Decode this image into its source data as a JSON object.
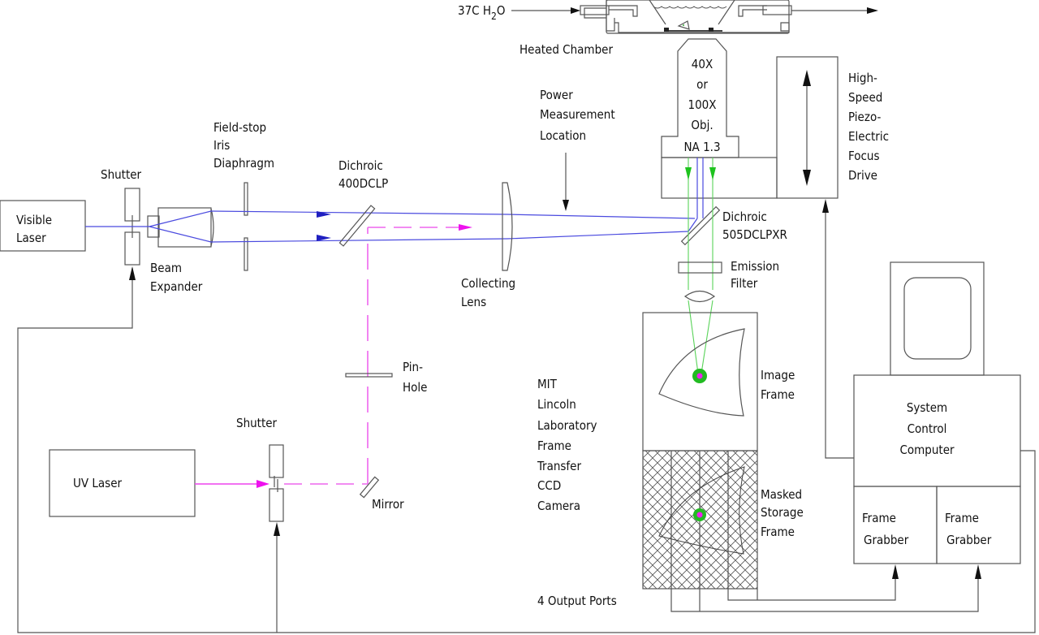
{
  "diagram": {
    "title": "Two-laser imaging and frame-transfer CCD setup",
    "colors": {
      "visible_beam": "#4a4adf",
      "uv_beam": "#ee44ee",
      "emission_beam": "#5ad35a",
      "outline": "#555555"
    },
    "labels": {
      "water_inlet": "37C H",
      "water_sub": "2",
      "water_suffix": "O",
      "heated_chamber": "Heated Chamber",
      "objective": [
        "40X",
        "or",
        "100X",
        "Obj.",
        "NA 1.3"
      ],
      "focus_drive": [
        "High-",
        "Speed",
        "Piezo-",
        "Electric",
        "Focus",
        "Drive"
      ],
      "power_measurement": [
        "Power",
        "Measurement",
        "Location"
      ],
      "field_stop": [
        "Field-stop",
        "Iris",
        "Diaphragm"
      ],
      "dichroic_400": [
        "Dichroic",
        "400DCLP"
      ],
      "dichroic_505": [
        "Dichroic",
        "505DCLPXR"
      ],
      "shutter_top": "Shutter",
      "shutter_bottom": "Shutter",
      "visible_laser": [
        "Visible",
        "Laser"
      ],
      "beam_expander": [
        "Beam",
        "Expander"
      ],
      "collecting_lens": [
        "Collecting",
        "Lens"
      ],
      "emission_filter": [
        "Emission",
        "Filter"
      ],
      "pin_hole": [
        "Pin-",
        "Hole"
      ],
      "uv_laser": "UV Laser",
      "mirror": "Mirror",
      "camera": [
        "MIT",
        "Lincoln",
        "Laboratory",
        "Frame",
        "Transfer",
        "CCD",
        "Camera"
      ],
      "image_frame": [
        "Image",
        "Frame"
      ],
      "masked_storage": [
        "Masked",
        "Storage",
        "Frame"
      ],
      "output_ports": "4 Output Ports",
      "computer": [
        "System",
        "Control",
        "Computer"
      ],
      "frame_grabber_1": [
        "Frame",
        "Grabber"
      ],
      "frame_grabber_2": [
        "Frame",
        "Grabber"
      ]
    }
  }
}
